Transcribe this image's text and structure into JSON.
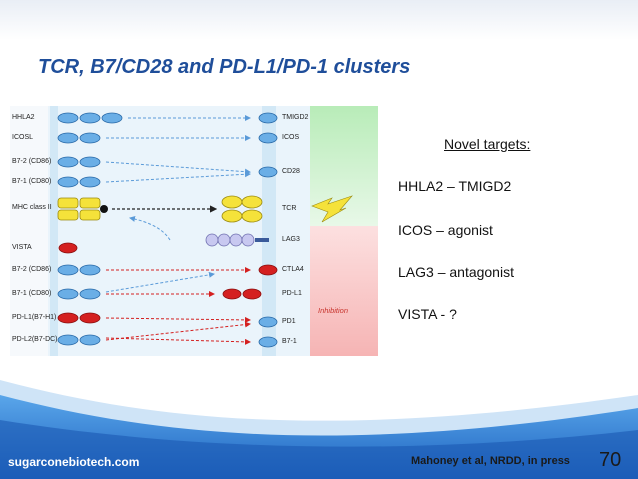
{
  "slide": {
    "title": "TCR, B7/CD28 and PD-L1/PD-1 clusters",
    "footer_left": "sugarconebiotech.com",
    "citation": "Mahoney et al, NRDD, in press",
    "page_number": "70"
  },
  "diagram": {
    "left_molecules": [
      "HHLA2",
      "ICOSL",
      "B7-2 (CD86)",
      "B7-1 (CD80)",
      "MHC class II",
      "VISTA",
      "B7-2 (CD86)",
      "B7-1 (CD80)",
      "PD-L1(B7-H1)",
      "PD-L2(B7-DC)"
    ],
    "right_molecules": [
      "TMIGD2",
      "ICOS",
      "CD28",
      "TCR",
      "LAG3",
      "CTLA4",
      "PD-L1",
      "PD1",
      "B7-1"
    ],
    "panel_labels": {
      "inhibition": "Inhibition"
    },
    "colors": {
      "activation_blue": "#6aaee6",
      "inhibition_red": "#d42020",
      "mhc_yellow": "#f5e23a",
      "lag3_lavender": "#c8c8f0",
      "activation_bg": "#c8f0c8",
      "inhibition_bg": "#f8c8c8"
    }
  },
  "targets": {
    "heading": "Novel targets",
    "heading_suffix": ":",
    "items": [
      "HHLA2 – TMIGD2",
      "ICOS – agonist",
      "LAG3 – antagonist",
      "VISTA - ?"
    ]
  },
  "theme": {
    "title_color": "#1f4e9a",
    "wave_blue": "#2f7fd0"
  }
}
